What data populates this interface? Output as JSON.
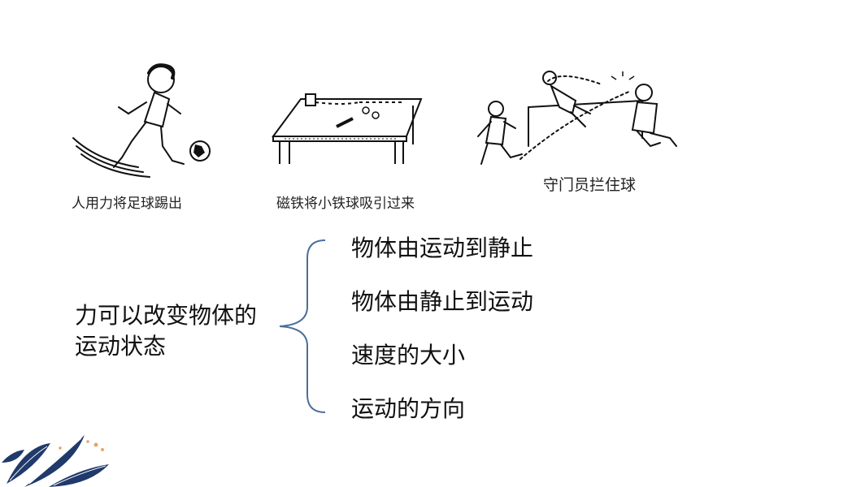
{
  "illustrations": [
    {
      "caption": "人用力将足球踢出",
      "icon": "soccer-kick-illustration"
    },
    {
      "caption": "磁铁将小铁球吸引过来",
      "icon": "magnet-table-illustration"
    },
    {
      "caption": "守门员拦住球",
      "icon": "goalkeeper-save-illustration"
    }
  ],
  "concept": {
    "line1": "力可以改变物体的",
    "line2": "运动状态"
  },
  "branches": [
    "物体由运动到静止",
    "物体由静止到运动",
    "速度的大小",
    "运动的方向"
  ],
  "colors": {
    "bracket": "#4a6f9a",
    "leaf_dark": "#1f3a6b",
    "dot_orange": "#e8a468"
  }
}
